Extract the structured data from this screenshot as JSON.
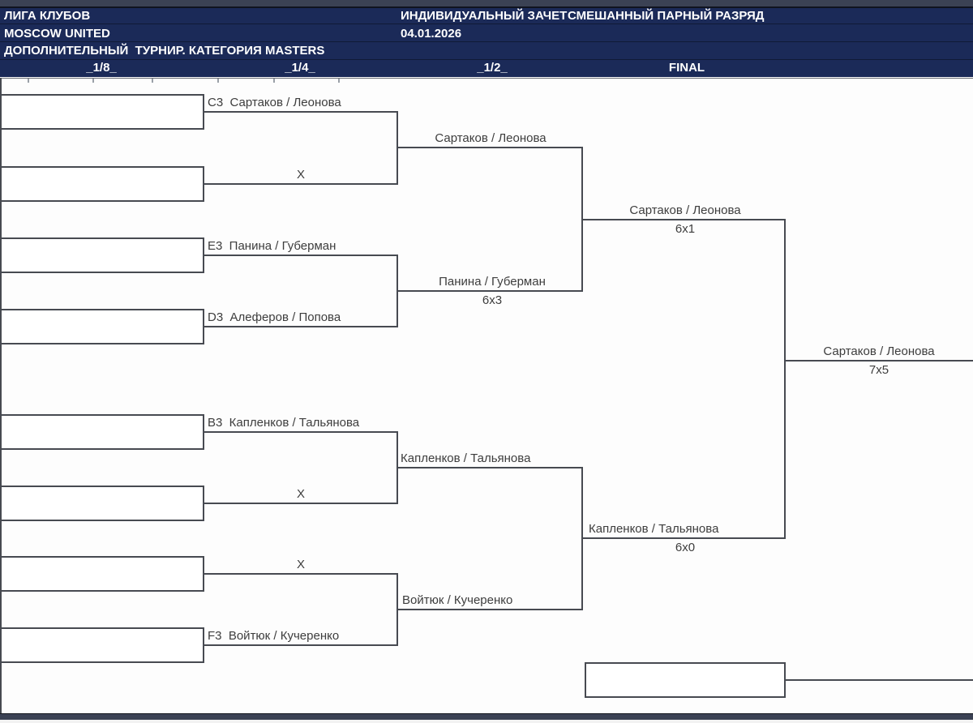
{
  "header": {
    "league": "ЛИГА КЛУБОВ",
    "club": "MOSCOW UNITED",
    "event_type": "ИНДИВИДУАЛЬНЫЙ ЗАЧЕТ",
    "event_category": "СМЕШАННЫЙ ПАРНЫЙ РАЗРЯД",
    "date": "04.01.2026",
    "tournament": "ДОПОЛНИТЕЛЬНЫЙ  ТУРНИР. КАТЕГОРИЯ MASTERS",
    "rounds": [
      {
        "label": "_1/8_"
      },
      {
        "label": "_1/4_"
      },
      {
        "label": "_1/2_"
      },
      {
        "label": "FINAL"
      }
    ]
  },
  "bracket": {
    "qf_entries": [
      {
        "text": "C3  Сартаков / Леонова"
      },
      {
        "text": "X"
      },
      {
        "text": "E3  Панина / Губерман"
      },
      {
        "text": "D3  Алеферов / Попова"
      },
      {
        "text": "B3  Капленков / Тальянова"
      },
      {
        "text": "X"
      },
      {
        "text": "X"
      },
      {
        "text": "F3  Войтюк / Кучеренко"
      }
    ],
    "sf_entries": [
      {
        "name": "Сартаков / Леонова",
        "score": ""
      },
      {
        "name": "Панина / Губерман",
        "score": "6x3"
      },
      {
        "name": "Капленков / Тальянова",
        "score": ""
      },
      {
        "name": "Войтюк / Кучеренко",
        "score": ""
      }
    ],
    "final_entries": [
      {
        "name": "Сартаков / Леонова",
        "score": "6x1"
      },
      {
        "name": "Капленков / Тальянова",
        "score": "6x0"
      }
    ],
    "winner": {
      "name": "Сартаков / Леонова",
      "score": "7x5"
    }
  },
  "colors": {
    "header_navy": "#1b2a58",
    "chrome_bar": "#3b4254",
    "line_gray": "#474a51",
    "label_text": "#3d3d3d"
  }
}
